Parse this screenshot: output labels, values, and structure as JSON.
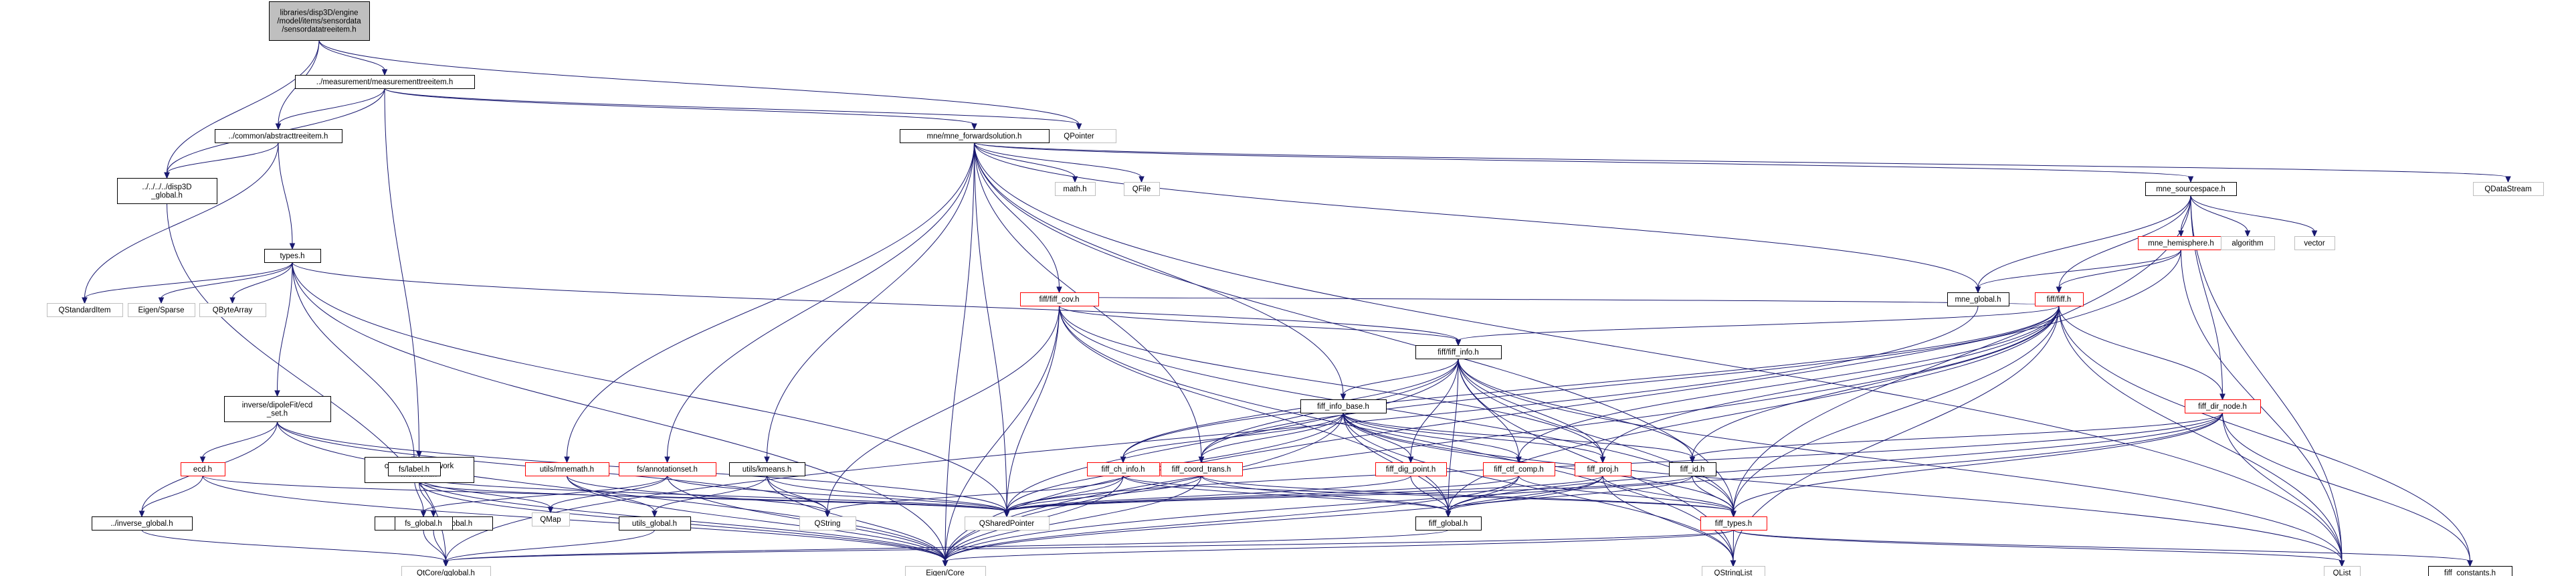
{
  "diagram": {
    "kind": "include-dependency-graph",
    "colors": {
      "edge": "#191970",
      "root_fill": "#bfbfbf",
      "root_border": "#000000",
      "internal_border": "#000000",
      "truncated_border": "#ff0000",
      "external_border": "#bfbfbf",
      "node_fill": "#ffffff"
    },
    "nodes": [
      {
        "id": "sensordatatreeitem",
        "style": "root",
        "lines": [
          "libraries/disp3D/engine",
          "/model/items/sensordata",
          "/sensordatatreeitem.h"
        ]
      },
      {
        "id": "measurementtreeitem",
        "style": "internal",
        "lines": [
          "../measurement/measurementtreeitem.h"
        ]
      },
      {
        "id": "abstracttreeitem",
        "style": "internal",
        "lines": [
          "../common/abstracttreeitem.h"
        ]
      },
      {
        "id": "disp3d_global",
        "style": "internal",
        "lines": [
          "../../../../disp3D",
          "_global.h"
        ]
      },
      {
        "id": "qpointer",
        "style": "external",
        "lines": [
          "QPointer"
        ]
      },
      {
        "id": "mne_forwardsolution",
        "style": "internal",
        "lines": [
          "mne/mne_forwardsolution.h"
        ]
      },
      {
        "id": "types_h",
        "style": "internal",
        "lines": [
          "types.h"
        ]
      },
      {
        "id": "qstandarditem",
        "style": "external",
        "lines": [
          "QStandardItem"
        ]
      },
      {
        "id": "eigen_sparse",
        "style": "external",
        "lines": [
          "Eigen/Sparse"
        ]
      },
      {
        "id": "qbytearray",
        "style": "external",
        "lines": [
          "QByteArray"
        ]
      },
      {
        "id": "ecd_set",
        "style": "internal",
        "lines": [
          "inverse/dipoleFit/ecd",
          "_set.h"
        ]
      },
      {
        "id": "network_h",
        "style": "internal",
        "lines": [
          "connectivity/network",
          "/network.h"
        ]
      },
      {
        "id": "ecd_h",
        "style": "truncated",
        "lines": [
          "ecd.h"
        ]
      },
      {
        "id": "inverse_global",
        "style": "internal",
        "lines": [
          "../inverse_global.h"
        ]
      },
      {
        "id": "connectivity_global",
        "style": "internal",
        "lines": [
          "../connectivity_global.h"
        ]
      },
      {
        "id": "fs_label",
        "style": "internal",
        "lines": [
          "fs/label.h"
        ]
      },
      {
        "id": "utils_mnemath",
        "style": "truncated",
        "lines": [
          "utils/mnemath.h"
        ]
      },
      {
        "id": "fs_annotationset",
        "style": "truncated",
        "lines": [
          "fs/annotationset.h"
        ]
      },
      {
        "id": "utils_kmeans",
        "style": "internal",
        "lines": [
          "utils/kmeans.h"
        ]
      },
      {
        "id": "qmap",
        "style": "external",
        "lines": [
          "QMap"
        ]
      },
      {
        "id": "fs_global",
        "style": "internal",
        "lines": [
          "fs_global.h"
        ]
      },
      {
        "id": "utils_global",
        "style": "internal",
        "lines": [
          "utils_global.h"
        ]
      },
      {
        "id": "qstring",
        "style": "external",
        "lines": [
          "QString"
        ]
      },
      {
        "id": "qtcore_global",
        "style": "external",
        "lines": [
          "QtCore/qglobal.h"
        ]
      },
      {
        "id": "eigen_core",
        "style": "external",
        "lines": [
          "Eigen/Core"
        ]
      },
      {
        "id": "qsharedpointer",
        "style": "external",
        "lines": [
          "QSharedPointer"
        ]
      },
      {
        "id": "math_h",
        "style": "external",
        "lines": [
          "math.h"
        ]
      },
      {
        "id": "qfile",
        "style": "external",
        "lines": [
          "QFile"
        ]
      },
      {
        "id": "fiff_cov",
        "style": "truncated",
        "lines": [
          "fiff/fiff_cov.h"
        ]
      },
      {
        "id": "fiff_info",
        "style": "internal",
        "lines": [
          "fiff/fiff_info.h"
        ]
      },
      {
        "id": "fiff_info_base",
        "style": "internal",
        "lines": [
          "fiff_info_base.h"
        ]
      },
      {
        "id": "fiff_ch_info",
        "style": "truncated",
        "lines": [
          "fiff_ch_info.h"
        ]
      },
      {
        "id": "fiff_coord_trans",
        "style": "truncated",
        "lines": [
          "fiff_coord_trans.h"
        ]
      },
      {
        "id": "fiff_dig_point",
        "style": "truncated",
        "lines": [
          "fiff_dig_point.h"
        ]
      },
      {
        "id": "fiff_ctf_comp",
        "style": "truncated",
        "lines": [
          "fiff_ctf_comp.h"
        ]
      },
      {
        "id": "fiff_proj",
        "style": "truncated",
        "lines": [
          "fiff_proj.h"
        ]
      },
      {
        "id": "fiff_id",
        "style": "internal",
        "lines": [
          "fiff_id.h"
        ]
      },
      {
        "id": "fiff_global",
        "style": "internal",
        "lines": [
          "fiff_global.h"
        ]
      },
      {
        "id": "fiff_types",
        "style": "truncated",
        "lines": [
          "fiff_types.h"
        ]
      },
      {
        "id": "qstringlist",
        "style": "external",
        "lines": [
          "QStringList"
        ]
      },
      {
        "id": "qlist",
        "style": "external",
        "lines": [
          "QList"
        ]
      },
      {
        "id": "fiff_constants",
        "style": "internal",
        "lines": [
          "fiff_constants.h"
        ]
      },
      {
        "id": "mne_sourcespace",
        "style": "internal",
        "lines": [
          "mne_sourcespace.h"
        ]
      },
      {
        "id": "mne_hemisphere",
        "style": "truncated",
        "lines": [
          "mne_hemisphere.h"
        ]
      },
      {
        "id": "algorithm",
        "style": "external",
        "lines": [
          "algorithm"
        ]
      },
      {
        "id": "vector",
        "style": "external",
        "lines": [
          "vector"
        ]
      },
      {
        "id": "mne_global",
        "style": "internal",
        "lines": [
          "mne_global.h"
        ]
      },
      {
        "id": "fiff_h",
        "style": "truncated",
        "lines": [
          "fiff/fiff.h"
        ]
      },
      {
        "id": "fiff_dir_node",
        "style": "truncated",
        "lines": [
          "fiff_dir_node.h"
        ]
      },
      {
        "id": "qdatastream",
        "style": "external",
        "lines": [
          "QDataStream"
        ]
      }
    ],
    "edges": [
      [
        "sensordatatreeitem",
        "measurementtreeitem"
      ],
      [
        "sensordatatreeitem",
        "abstracttreeitem"
      ],
      [
        "sensordatatreeitem",
        "disp3d_global"
      ],
      [
        "sensordatatreeitem",
        "qpointer"
      ],
      [
        "measurementtreeitem",
        "abstracttreeitem"
      ],
      [
        "measurementtreeitem",
        "disp3d_global"
      ],
      [
        "measurementtreeitem",
        "qpointer"
      ],
      [
        "measurementtreeitem",
        "mne_forwardsolution"
      ],
      [
        "measurementtreeitem",
        "network_h"
      ],
      [
        "abstracttreeitem",
        "disp3d_global"
      ],
      [
        "abstracttreeitem",
        "types_h"
      ],
      [
        "abstracttreeitem",
        "qstandarditem"
      ],
      [
        "disp3d_global",
        "qtcore_global"
      ],
      [
        "types_h",
        "qstandarditem"
      ],
      [
        "types_h",
        "eigen_sparse"
      ],
      [
        "types_h",
        "qbytearray"
      ],
      [
        "types_h",
        "ecd_set"
      ],
      [
        "types_h",
        "fs_label"
      ],
      [
        "types_h",
        "fiff_info"
      ],
      [
        "types_h",
        "eigen_core"
      ],
      [
        "types_h",
        "qsharedpointer"
      ],
      [
        "ecd_set",
        "ecd_h"
      ],
      [
        "ecd_set",
        "inverse_global"
      ],
      [
        "ecd_set",
        "qsharedpointer"
      ],
      [
        "ecd_set",
        "qstring"
      ],
      [
        "ecd_set",
        "eigen_core"
      ],
      [
        "ecd_h",
        "inverse_global"
      ],
      [
        "ecd_h",
        "eigen_core"
      ],
      [
        "ecd_h",
        "qsharedpointer"
      ],
      [
        "inverse_global",
        "qtcore_global"
      ],
      [
        "network_h",
        "connectivity_global"
      ],
      [
        "network_h",
        "eigen_core"
      ],
      [
        "network_h",
        "qsharedpointer"
      ],
      [
        "connectivity_global",
        "qtcore_global"
      ],
      [
        "fs_label",
        "fs_global"
      ],
      [
        "fs_label",
        "qmap"
      ],
      [
        "fs_label",
        "qsharedpointer"
      ],
      [
        "fs_label",
        "eigen_core"
      ],
      [
        "fs_global",
        "qtcore_global"
      ],
      [
        "utils_mnemath",
        "utils_global"
      ],
      [
        "utils_mnemath",
        "eigen_core"
      ],
      [
        "utils_mnemath",
        "qstring"
      ],
      [
        "fs_annotationset",
        "fs_global"
      ],
      [
        "fs_annotationset",
        "qmap"
      ],
      [
        "fs_annotationset",
        "qsharedpointer"
      ],
      [
        "fs_annotationset",
        "eigen_core"
      ],
      [
        "utils_kmeans",
        "utils_global"
      ],
      [
        "utils_kmeans",
        "eigen_core"
      ],
      [
        "utils_kmeans",
        "qstring"
      ],
      [
        "utils_kmeans",
        "qsharedpointer"
      ],
      [
        "utils_global",
        "qtcore_global"
      ],
      [
        "mne_forwardsolution",
        "math_h"
      ],
      [
        "mne_forwardsolution",
        "qfile"
      ],
      [
        "mne_forwardsolution",
        "fiff_cov"
      ],
      [
        "mne_forwardsolution",
        "fiff_info_base"
      ],
      [
        "mne_forwardsolution",
        "utils_mnemath"
      ],
      [
        "mne_forwardsolution",
        "fs_annotationset"
      ],
      [
        "mne_forwardsolution",
        "utils_kmeans"
      ],
      [
        "mne_forwardsolution",
        "mne_sourcespace"
      ],
      [
        "mne_forwardsolution",
        "mne_global"
      ],
      [
        "mne_forwardsolution",
        "qdatastream"
      ],
      [
        "mne_forwardsolution",
        "qsharedpointer"
      ],
      [
        "mne_forwardsolution",
        "fiff_coord_trans"
      ],
      [
        "mne_forwardsolution",
        "eigen_core"
      ],
      [
        "mne_forwardsolution",
        "fiff_types"
      ],
      [
        "mne_forwardsolution",
        "qlist"
      ],
      [
        "fiff_cov",
        "fiff_info"
      ],
      [
        "fiff_cov",
        "qsharedpointer"
      ],
      [
        "fiff_cov",
        "qstring"
      ],
      [
        "fiff_cov",
        "eigen_core"
      ],
      [
        "fiff_cov",
        "fiff_global"
      ],
      [
        "fiff_cov",
        "fiff_types"
      ],
      [
        "fiff_cov",
        "fiff_proj"
      ],
      [
        "fiff_cov",
        "qstringlist"
      ],
      [
        "fiff_info",
        "fiff_info_base"
      ],
      [
        "fiff_info",
        "fiff_ch_info"
      ],
      [
        "fiff_info",
        "fiff_coord_trans"
      ],
      [
        "fiff_info",
        "fiff_dig_point"
      ],
      [
        "fiff_info",
        "fiff_ctf_comp"
      ],
      [
        "fiff_info",
        "fiff_proj"
      ],
      [
        "fiff_info",
        "fiff_id"
      ],
      [
        "fiff_info",
        "fiff_global"
      ],
      [
        "fiff_info",
        "fiff_types"
      ],
      [
        "fiff_info",
        "qsharedpointer"
      ],
      [
        "fiff_info",
        "qstringlist"
      ],
      [
        "fiff_info",
        "qlist"
      ],
      [
        "fiff_info_base",
        "fiff_ch_info"
      ],
      [
        "fiff_info_base",
        "fiff_coord_trans"
      ],
      [
        "fiff_info_base",
        "fiff_dig_point"
      ],
      [
        "fiff_info_base",
        "fiff_ctf_comp"
      ],
      [
        "fiff_info_base",
        "fiff_proj"
      ],
      [
        "fiff_info_base",
        "fiff_id"
      ],
      [
        "fiff_info_base",
        "fiff_global"
      ],
      [
        "fiff_info_base",
        "fiff_types"
      ],
      [
        "fiff_info_base",
        "qsharedpointer"
      ],
      [
        "fiff_info_base",
        "qstringlist"
      ],
      [
        "fiff_info_base",
        "qlist"
      ],
      [
        "fiff_info_base",
        "eigen_core"
      ],
      [
        "fiff_ch_info",
        "fiff_global"
      ],
      [
        "fiff_ch_info",
        "fiff_types"
      ],
      [
        "fiff_ch_info",
        "eigen_core"
      ],
      [
        "fiff_ch_info",
        "qsharedpointer"
      ],
      [
        "fiff_ch_info",
        "qstring"
      ],
      [
        "fiff_coord_trans",
        "fiff_global"
      ],
      [
        "fiff_coord_trans",
        "fiff_types"
      ],
      [
        "fiff_coord_trans",
        "eigen_core"
      ],
      [
        "fiff_coord_trans",
        "qsharedpointer"
      ],
      [
        "fiff_dig_point",
        "fiff_global"
      ],
      [
        "fiff_dig_point",
        "qsharedpointer"
      ],
      [
        "fiff_ctf_comp",
        "fiff_global"
      ],
      [
        "fiff_ctf_comp",
        "fiff_types"
      ],
      [
        "fiff_ctf_comp",
        "qsharedpointer"
      ],
      [
        "fiff_ctf_comp",
        "eigen_core"
      ],
      [
        "fiff_proj",
        "fiff_global"
      ],
      [
        "fiff_proj",
        "fiff_types"
      ],
      [
        "fiff_proj",
        "qsharedpointer"
      ],
      [
        "fiff_proj",
        "eigen_core"
      ],
      [
        "fiff_proj",
        "qstringlist"
      ],
      [
        "fiff_id",
        "fiff_global"
      ],
      [
        "fiff_id",
        "fiff_types"
      ],
      [
        "fiff_id",
        "qsharedpointer"
      ],
      [
        "fiff_global",
        "qtcore_global"
      ],
      [
        "fiff_types",
        "eigen_core"
      ],
      [
        "fiff_types",
        "qstringlist"
      ],
      [
        "fiff_types",
        "qlist"
      ],
      [
        "fiff_types",
        "fiff_constants"
      ],
      [
        "fiff_types",
        "qtcore_global"
      ],
      [
        "mne_sourcespace",
        "mne_hemisphere"
      ],
      [
        "mne_sourcespace",
        "algorithm"
      ],
      [
        "mne_sourcespace",
        "vector"
      ],
      [
        "mne_sourcespace",
        "mne_global"
      ],
      [
        "mne_sourcespace",
        "fiff_h"
      ],
      [
        "mne_sourcespace",
        "fiff_dir_node"
      ],
      [
        "mne_sourcespace",
        "fiff_types"
      ],
      [
        "mne_sourcespace",
        "qlist"
      ],
      [
        "mne_hemisphere",
        "mne_global"
      ],
      [
        "mne_hemisphere",
        "fiff_h"
      ],
      [
        "mne_hemisphere",
        "qlist"
      ],
      [
        "mne_hemisphere",
        "eigen_core"
      ],
      [
        "mne_global",
        "qtcore_global"
      ],
      [
        "fiff_h",
        "fiff_info"
      ],
      [
        "fiff_h",
        "fiff_cov"
      ],
      [
        "fiff_h",
        "fiff_coord_trans"
      ],
      [
        "fiff_h",
        "fiff_ch_info"
      ],
      [
        "fiff_h",
        "fiff_dir_node"
      ],
      [
        "fiff_h",
        "fiff_ctf_comp"
      ],
      [
        "fiff_h",
        "fiff_proj"
      ],
      [
        "fiff_h",
        "fiff_id"
      ],
      [
        "fiff_h",
        "fiff_types"
      ],
      [
        "fiff_h",
        "fiff_global"
      ],
      [
        "fiff_h",
        "fiff_constants"
      ],
      [
        "fiff_h",
        "qstringlist"
      ],
      [
        "fiff_h",
        "qlist"
      ],
      [
        "fiff_h",
        "eigen_core"
      ],
      [
        "fiff_dir_node",
        "fiff_id"
      ],
      [
        "fiff_dir_node",
        "fiff_types"
      ],
      [
        "fiff_dir_node",
        "fiff_global"
      ],
      [
        "fiff_dir_node",
        "qsharedpointer"
      ],
      [
        "fiff_dir_node",
        "qlist"
      ],
      [
        "fiff_dir_node",
        "fiff_constants"
      ],
      [
        "fiff_dir_node",
        "eigen_core"
      ]
    ]
  }
}
